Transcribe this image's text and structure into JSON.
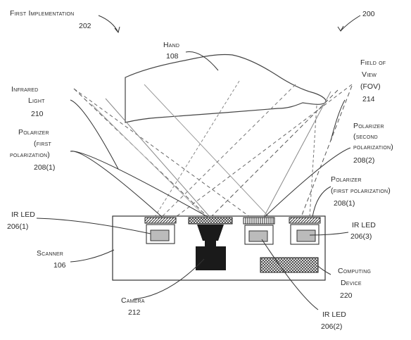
{
  "figure": {
    "implementation_label": {
      "line1": "First Implementation",
      "line2": "202"
    },
    "figure_ref": "200",
    "hand": {
      "name": "Hand",
      "ref": "108"
    },
    "infrared_light": {
      "line1": "Infrared",
      "line2": "Light",
      "ref": "210"
    },
    "fov": {
      "line1": "Field of",
      "line2": "View",
      "line3": "(FOV)",
      "ref": "214"
    },
    "polarizer_first_left": {
      "line1": "Polarizer",
      "line2": "(first",
      "line3": "polarization)",
      "ref": "208(1)"
    },
    "polarizer_second": {
      "line1": "Polarizer",
      "line2": "(second",
      "line3": "polarization)",
      "ref": "208(2)"
    },
    "polarizer_first_right": {
      "line1": "Polarizer",
      "line2": "(first polarization)",
      "ref": "208(1)"
    },
    "ir_led_1": {
      "name": "IR LED",
      "ref": "206(1)"
    },
    "ir_led_3": {
      "name": "IR LED",
      "ref": "206(3)"
    },
    "ir_led_2": {
      "name": "IR LED",
      "ref": "206(2)"
    },
    "scanner": {
      "name": "Scanner",
      "ref": "106"
    },
    "camera": {
      "name": "Camera",
      "ref": "212"
    },
    "computing_device": {
      "line1": "Computing",
      "line2": "Device",
      "ref": "220"
    }
  }
}
